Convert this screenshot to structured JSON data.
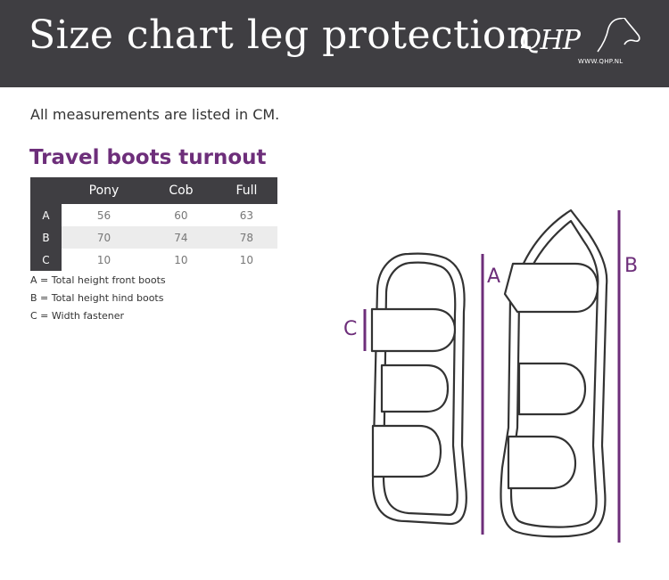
{
  "header": {
    "title": "Size chart leg protection",
    "logo_text": "QHP",
    "logo_url": "WWW.QHP.NL"
  },
  "note": "All measurements are listed in CM.",
  "section": {
    "title": "Travel boots turnout",
    "table": {
      "columns": [
        "",
        "Pony",
        "Cob",
        "Full"
      ],
      "rows": [
        {
          "label": "A",
          "values": [
            "56",
            "60",
            "63"
          ]
        },
        {
          "label": "B",
          "values": [
            "70",
            "74",
            "78"
          ]
        },
        {
          "label": "C",
          "values": [
            "10",
            "10",
            "10"
          ]
        }
      ]
    },
    "legend": [
      "A = Total height front boots",
      "B = Total height hind boots",
      "C = Width fastener"
    ]
  },
  "diagram": {
    "labels": {
      "a": "A",
      "b": "B",
      "c": "C"
    },
    "accent_color": "#6d2e7a",
    "outline_color": "#333333"
  },
  "colors": {
    "header_bg": "#3f3e42",
    "title_purple": "#6d2e7a"
  }
}
